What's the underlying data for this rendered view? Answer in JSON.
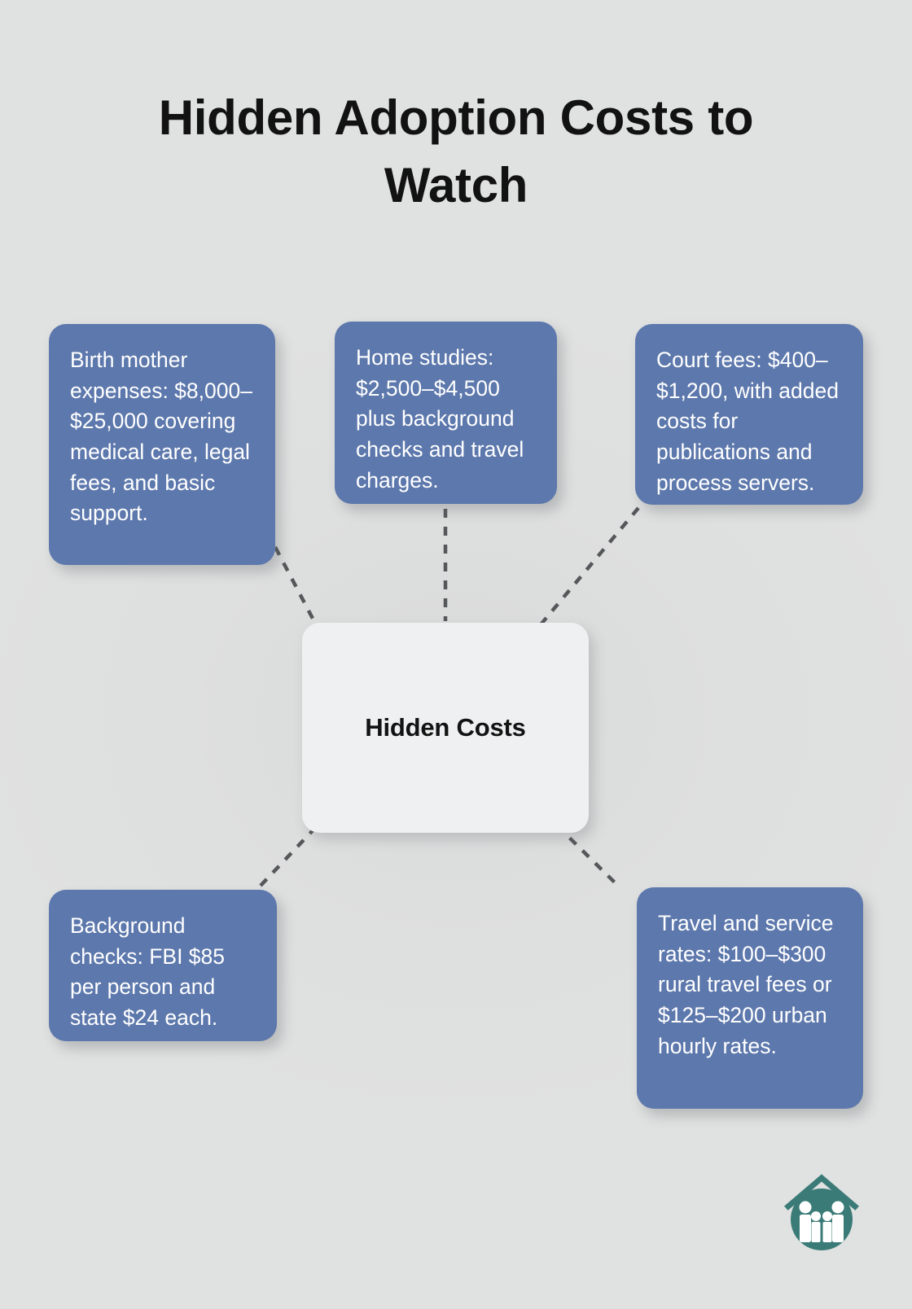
{
  "page": {
    "title": "Hidden Adoption Costs to Watch",
    "background_color": "#dfe0e0"
  },
  "diagram": {
    "type": "hub-and-spoke",
    "center": {
      "label": "Hidden Costs",
      "fill_color": "#eef0f1",
      "text_color": "#131313"
    },
    "node_fill_color": "#5d78ac",
    "node_text_color": "#ffffff",
    "connector_color": "#55585a",
    "connector_style": "dashed",
    "nodes": [
      {
        "id": "birth-mother-expenses",
        "text": "Birth mother expenses: $8,000–$25,000 covering medical care, legal fees, and basic support.",
        "position": "top-left"
      },
      {
        "id": "home-studies",
        "text": "Home studies: $2,500–$4,500 plus background checks and travel charges.",
        "position": "top-center"
      },
      {
        "id": "court-fees",
        "text": "Court fees: $400–$1,200, with added costs for publications and process servers.",
        "position": "top-right"
      },
      {
        "id": "background-checks",
        "text": "Background checks: FBI $85 per person and state $24 each.",
        "position": "bottom-left"
      },
      {
        "id": "travel-and-service-rates",
        "text": "Travel and service rates: $100–$300 rural travel fees or $125–$200 urban hourly rates.",
        "position": "bottom-right"
      }
    ]
  },
  "logo": {
    "name": "family-house-logo",
    "color": "#3b7b77",
    "mark_color": "#ffffff"
  }
}
